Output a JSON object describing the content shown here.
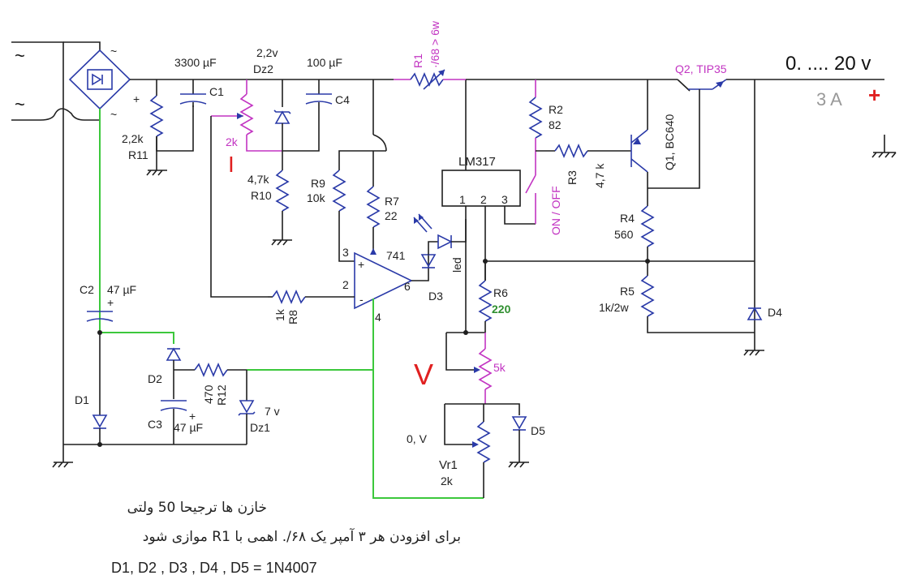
{
  "components": {
    "c1": {
      "name": "C1",
      "value": "3300 µF"
    },
    "dz2": {
      "name": "Dz2",
      "value": "2,2v"
    },
    "c4": {
      "name": "C4",
      "value": "100 µF"
    },
    "r1": {
      "name": "R1",
      "value": "·/68 > 6w"
    },
    "q2": {
      "name": "Q2, TIP35"
    },
    "r11": {
      "name": "R11",
      "value": "2,2k"
    },
    "pot_current": {
      "value": "2k",
      "mark": "I"
    },
    "r10": {
      "name": "R10",
      "value": "4,7k"
    },
    "r9": {
      "name": "R9",
      "value": "10k"
    },
    "r7": {
      "name": "R7",
      "value": "22"
    },
    "r2": {
      "name": "R2",
      "value": "82"
    },
    "r3": {
      "name": "R3",
      "value": "4,7 k"
    },
    "q1": {
      "name": "Q1, BC640"
    },
    "lm317": {
      "name": "LM317",
      "pin1": "1",
      "pin2": "2",
      "pin3": "3"
    },
    "switch": {
      "name": "ON / OFF"
    },
    "r4": {
      "name": "R4",
      "value": "560"
    },
    "r5": {
      "name": "R5",
      "value": "1k/2w"
    },
    "d4": {
      "name": "D4"
    },
    "c2": {
      "name": "C2",
      "value": "47 µF"
    },
    "d1": {
      "name": "D1"
    },
    "d2": {
      "name": "D2"
    },
    "c3": {
      "name": "C3",
      "value": "47 µF"
    },
    "r12": {
      "name": "R12",
      "value": "470"
    },
    "dz1": {
      "name": "Dz1",
      "value": "7 v"
    },
    "r8": {
      "name": "R8",
      "value": "1k"
    },
    "opamp": {
      "name": "741",
      "pin2": "2",
      "pin3": "3",
      "pin4": "4",
      "pin6": "6"
    },
    "d3": {
      "name": "D3",
      "led": "led"
    },
    "r6": {
      "name": "R6",
      "value": "220"
    },
    "pot_voltage": {
      "value": "5k",
      "mark": "V"
    },
    "d5": {
      "name": "D5"
    },
    "vr1": {
      "name": "Vr1",
      "value": "2k",
      "zero": "0, V"
    }
  },
  "output": {
    "voltage": "0. .... 20 v",
    "current": "3 A",
    "plus": "+"
  },
  "symbols": {
    "plus": "+",
    "tilde": "~"
  },
  "notes": {
    "line1": "خازن ها ترجیحا 50 ولتی",
    "line2": "برای افزودن هر ۳ آمپر یک ۶۸/. اهمی با R1  موازی شود",
    "line3": "D1, D2 , D3 , D4 , D5 = 1N4007"
  },
  "colors": {
    "wire": "#1f1f1f",
    "component": "#2a3aa8",
    "feedback": "#3cc83c",
    "accent": "#c234c2",
    "red": "#e02020"
  }
}
